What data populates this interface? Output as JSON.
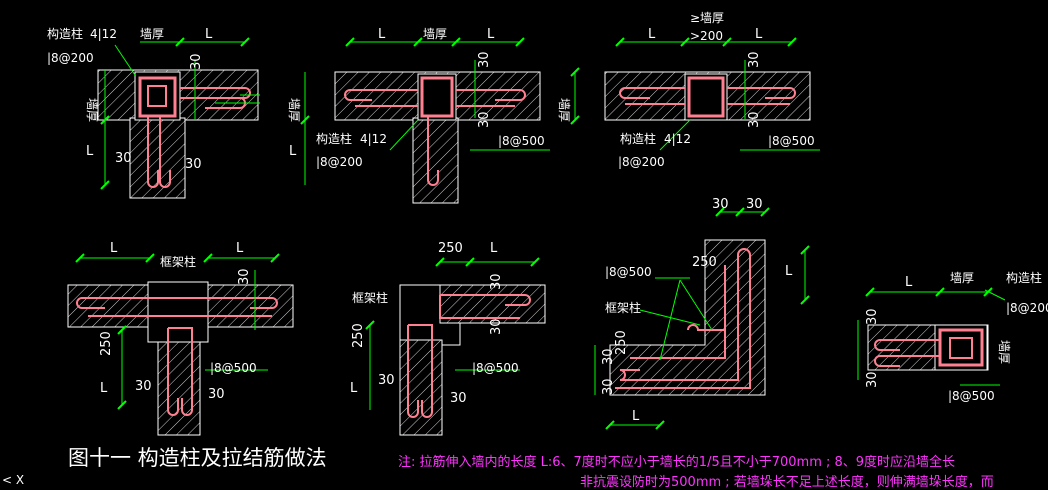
{
  "labels": {
    "gzz": "构造柱",
    "kjz": "框架柱",
    "qianghou": "墙厚",
    "qianghou_v": "墙厚",
    "L": "L",
    "bar_4_12": "4|12",
    "stirrup_200": "|8@200",
    "tie_500": "|8@500",
    "d30": "30",
    "d250": "250",
    "ge_qianghou": "≥墙厚",
    "gt200": ">200"
  },
  "caption": "图十一  构造柱及拉结筋做法",
  "note_line1": "注: 拉筋伸入墙内的长度 L:6、7度时不应小于墙长的1/5且不小于700mm ; 8、9度时应沿墙全长",
  "note_line2": "非抗震设防时为500mm ; 若墙垛长不足上述长度，则伸满墙垛长度，而",
  "status_left": "< X",
  "status_bottom": "",
  "colors": {
    "background": "#000000",
    "dimension": "#00ff00",
    "rebar": "#ff8090",
    "note": "#ff33ff",
    "text": "#ffffff"
  }
}
